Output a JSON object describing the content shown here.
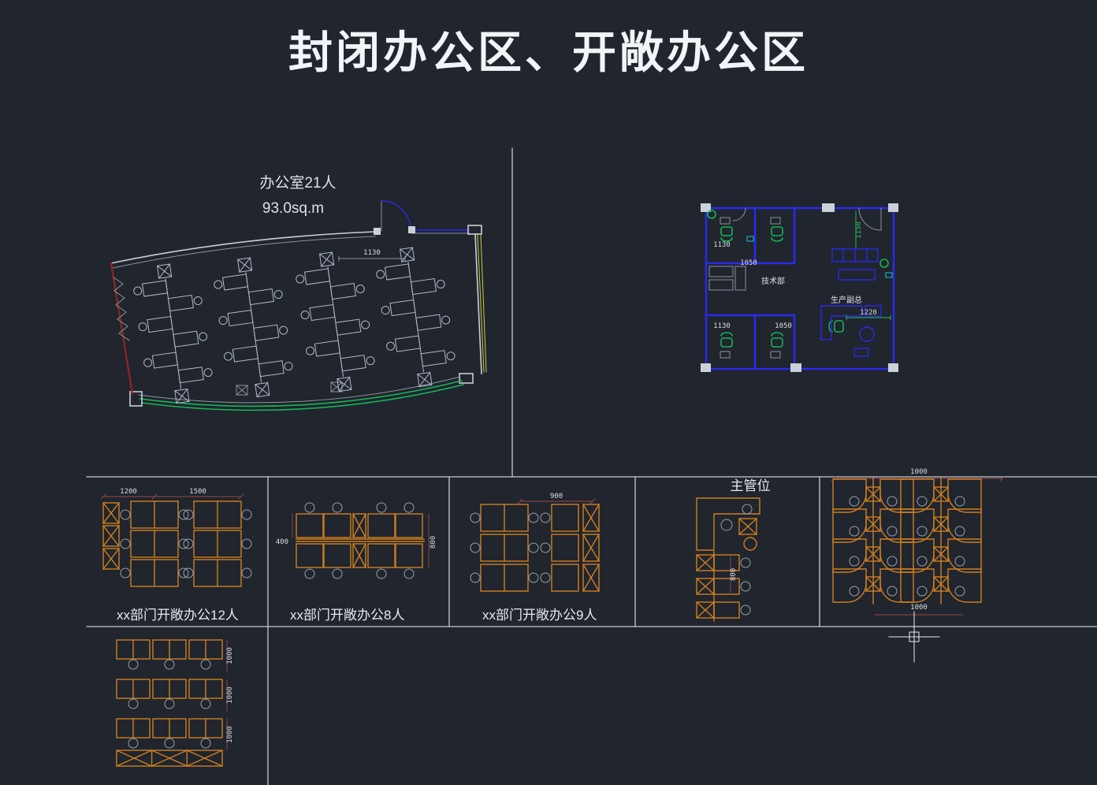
{
  "title": "封闭办公区、开敞办公区",
  "colors": {
    "background": "#20252e",
    "wall_white": "#c9ced6",
    "furniture_orange": "#cf7f1f",
    "wall_blue": "#2a2ae8",
    "curtain_green": "#18b455",
    "wall_red": "#8b2424",
    "accent_yellow": "#cfcf3f"
  },
  "closed_plan": {
    "label": "办公室21人",
    "area": "93.0sq.m",
    "dim": "1130"
  },
  "tech_plan": {
    "room_label": "技术部",
    "exec_label": "生产副总",
    "dim_top_left": "1130",
    "dim_top_mid": "1050",
    "dim_top_right": "1150",
    "dim_bottom_left": "1130",
    "dim_bottom_mid": "1050",
    "dim_bottom_right": "1220"
  },
  "sections": {
    "open12": {
      "label": "xx部门开敞办公12人",
      "dim_left": "1200",
      "dim_right": "1500"
    },
    "open8": {
      "label": "xx部门开敞办公8人",
      "dim_left": "400",
      "dim_right": "800"
    },
    "open9": {
      "label": "xx部门开敞办公9人",
      "dim_top": "900"
    },
    "supervisor": {
      "label": "主管位",
      "dim_side": "800"
    },
    "curved": {
      "dim_top": "1000",
      "dim_bottom": "1000"
    },
    "rows": {
      "dim_row1": "1000",
      "dim_row2": "1000",
      "dim_row3": "1000"
    }
  }
}
